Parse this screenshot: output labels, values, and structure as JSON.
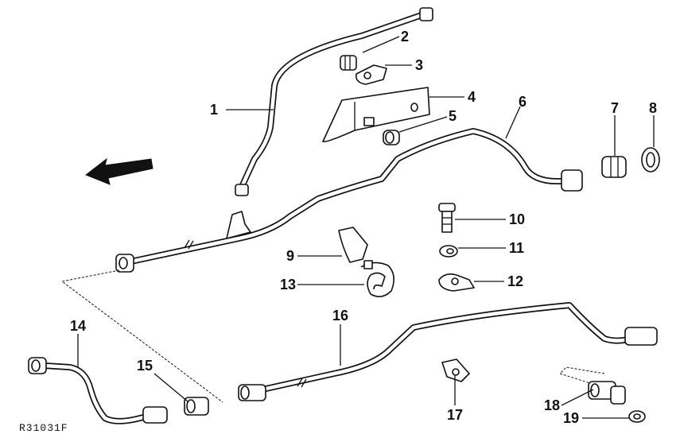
{
  "figure": {
    "reference_code": "R31031F"
  },
  "callouts": [
    {
      "id": "1",
      "label": "1"
    },
    {
      "id": "2",
      "label": "2"
    },
    {
      "id": "3",
      "label": "3"
    },
    {
      "id": "4",
      "label": "4"
    },
    {
      "id": "5",
      "label": "5"
    },
    {
      "id": "6",
      "label": "6"
    },
    {
      "id": "7",
      "label": "7"
    },
    {
      "id": "8",
      "label": "8"
    },
    {
      "id": "9",
      "label": "9"
    },
    {
      "id": "10",
      "label": "10"
    },
    {
      "id": "11",
      "label": "11"
    },
    {
      "id": "12",
      "label": "12"
    },
    {
      "id": "13",
      "label": "13"
    },
    {
      "id": "14",
      "label": "14"
    },
    {
      "id": "15",
      "label": "15"
    },
    {
      "id": "16",
      "label": "16"
    },
    {
      "id": "17",
      "label": "17"
    },
    {
      "id": "18",
      "label": "18"
    },
    {
      "id": "19",
      "label": "19"
    }
  ]
}
